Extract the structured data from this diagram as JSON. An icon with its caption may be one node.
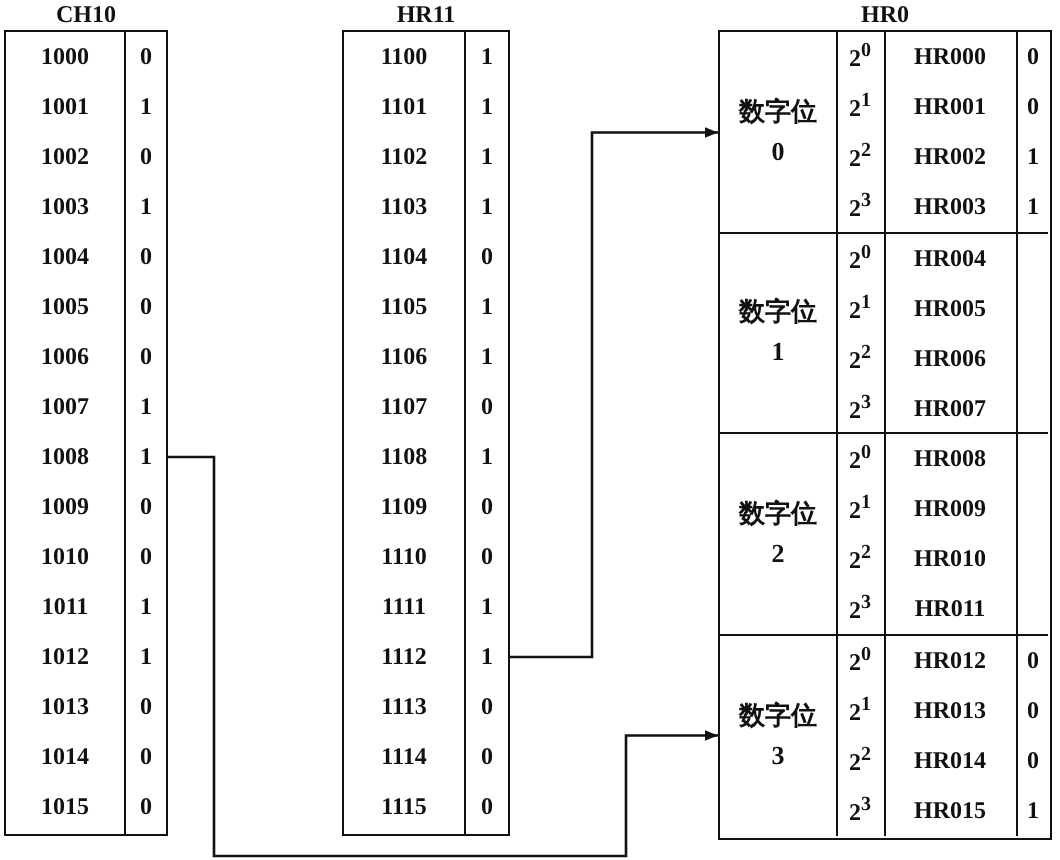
{
  "diagram": {
    "nodes": [
      {
        "text": [
          "CH10"
        ]
      },
      {
        "text": [
          "1000",
          "0"
        ],
        "in": 0
      },
      {
        "text": [
          "1001",
          "1"
        ],
        "in": 0
      },
      {
        "text": [
          "1002",
          "0"
        ],
        "in": 0
      },
      {
        "text": [
          "1003",
          "1"
        ],
        "in": 0
      },
      {
        "text": [
          "1004",
          "0"
        ],
        "in": 0
      },
      {
        "text": [
          "1005",
          "0"
        ],
        "in": 0
      },
      {
        "text": [
          "1006",
          "0"
        ],
        "in": 0
      },
      {
        "text": [
          "1007",
          "1"
        ],
        "in": 0
      },
      {
        "text": [
          "1008",
          "1"
        ],
        "in": 0
      },
      {
        "text": [
          "1009",
          "0"
        ],
        "in": 0
      },
      {
        "text": [
          "1010",
          "0"
        ],
        "in": 0
      },
      {
        "text": [
          "1011",
          "1"
        ],
        "in": 0
      },
      {
        "text": [
          "1012",
          "1"
        ],
        "in": 0
      },
      {
        "text": [
          "1013",
          "0"
        ],
        "in": 0
      },
      {
        "text": [
          "1014",
          "0"
        ],
        "in": 0
      },
      {
        "text": [
          "1015",
          "0"
        ],
        "in": 0
      },
      {
        "text": [
          "HR11"
        ]
      },
      {
        "text": [
          "1100",
          "1"
        ],
        "in": 17
      },
      {
        "text": [
          "1101",
          "1"
        ],
        "in": 17
      },
      {
        "text": [
          "1102",
          "1"
        ],
        "in": 17
      },
      {
        "text": [
          "1103",
          "1"
        ],
        "in": 17
      },
      {
        "text": [
          "1104",
          "0"
        ],
        "in": 17
      },
      {
        "text": [
          "1105",
          "1"
        ],
        "in": 17
      },
      {
        "text": [
          "1106",
          "1"
        ],
        "in": 17
      },
      {
        "text": [
          "1107",
          "0"
        ],
        "in": 17
      },
      {
        "text": [
          "1108",
          "1"
        ],
        "in": 17
      },
      {
        "text": [
          "1109",
          "0"
        ],
        "in": 17
      },
      {
        "text": [
          "1110",
          "0"
        ],
        "in": 17
      },
      {
        "text": [
          "1111",
          "1"
        ],
        "in": 17
      },
      {
        "text": [
          "1112",
          "1"
        ],
        "in": 17
      },
      {
        "text": [
          "1113",
          "0"
        ],
        "in": 17
      },
      {
        "text": [
          "1114",
          "0"
        ],
        "in": 17
      },
      {
        "text": [
          "1115",
          "0"
        ],
        "in": 17
      },
      {
        "text": [
          "HR0"
        ]
      },
      {
        "text": [
          "数字位 0"
        ],
        "in": 34
      },
      {
        "text": [
          "2$^{0}$",
          "HR000",
          "0"
        ],
        "in": 35
      },
      {
        "text": [
          "2$^{1}$",
          "HR001",
          "0"
        ],
        "in": 35
      },
      {
        "text": [
          "2$^{2}$",
          "HR002",
          "1"
        ],
        "in": 35
      },
      {
        "text": [
          "2$^{3}$",
          "HR003",
          "1"
        ],
        "in": 35
      },
      {
        "text": [
          "数字位 1"
        ],
        "in": 34
      },
      {
        "text": [
          "2$^{0}$",
          "HR004"
        ],
        "in": 40
      },
      {
        "text": [
          "2$^{1}$",
          "HR005"
        ],
        "in": 40
      },
      {
        "text": [
          "2$^{2}$",
          "HR006"
        ],
        "in": 40
      },
      {
        "text": [
          "2$^{3}$",
          "HR007"
        ],
        "in": 40
      },
      {
        "text": [
          "数字位 2"
        ],
        "in": 34
      },
      {
        "text": [
          "2$^{0}$",
          "HR008"
        ],
        "in": 45
      },
      {
        "text": [
          "2$^{1}$",
          "HR009"
        ],
        "in": 45
      },
      {
        "text": [
          "2$^{2}$",
          "HR010"
        ],
        "in": 45
      },
      {
        "text": [
          "2$^{3}$",
          "HR011"
        ],
        "in": 45
      },
      {
        "text": [
          "数字位 3"
        ],
        "in": 34
      },
      {
        "text": [
          "2$^{0}$",
          "HR012",
          "0"
        ],
        "in": 50
      },
      {
        "text": [
          "2$^{1}$",
          "HR013",
          "0"
        ],
        "in": 50
      },
      {
        "text": [
          "2$^{2}$",
          "HR014",
          "0"
        ],
        "in": 50
      },
      {
        "text": [
          "2$^{3}$",
          "HR015",
          "1"
        ],
        "in": 50
      }
    ],
    "edges": [
      {
        "from": 9,
        "to": 50,
        "arrow": "to"
      },
      {
        "from": 30,
        "to": 35,
        "arrow": "to"
      }
    ]
  }
}
